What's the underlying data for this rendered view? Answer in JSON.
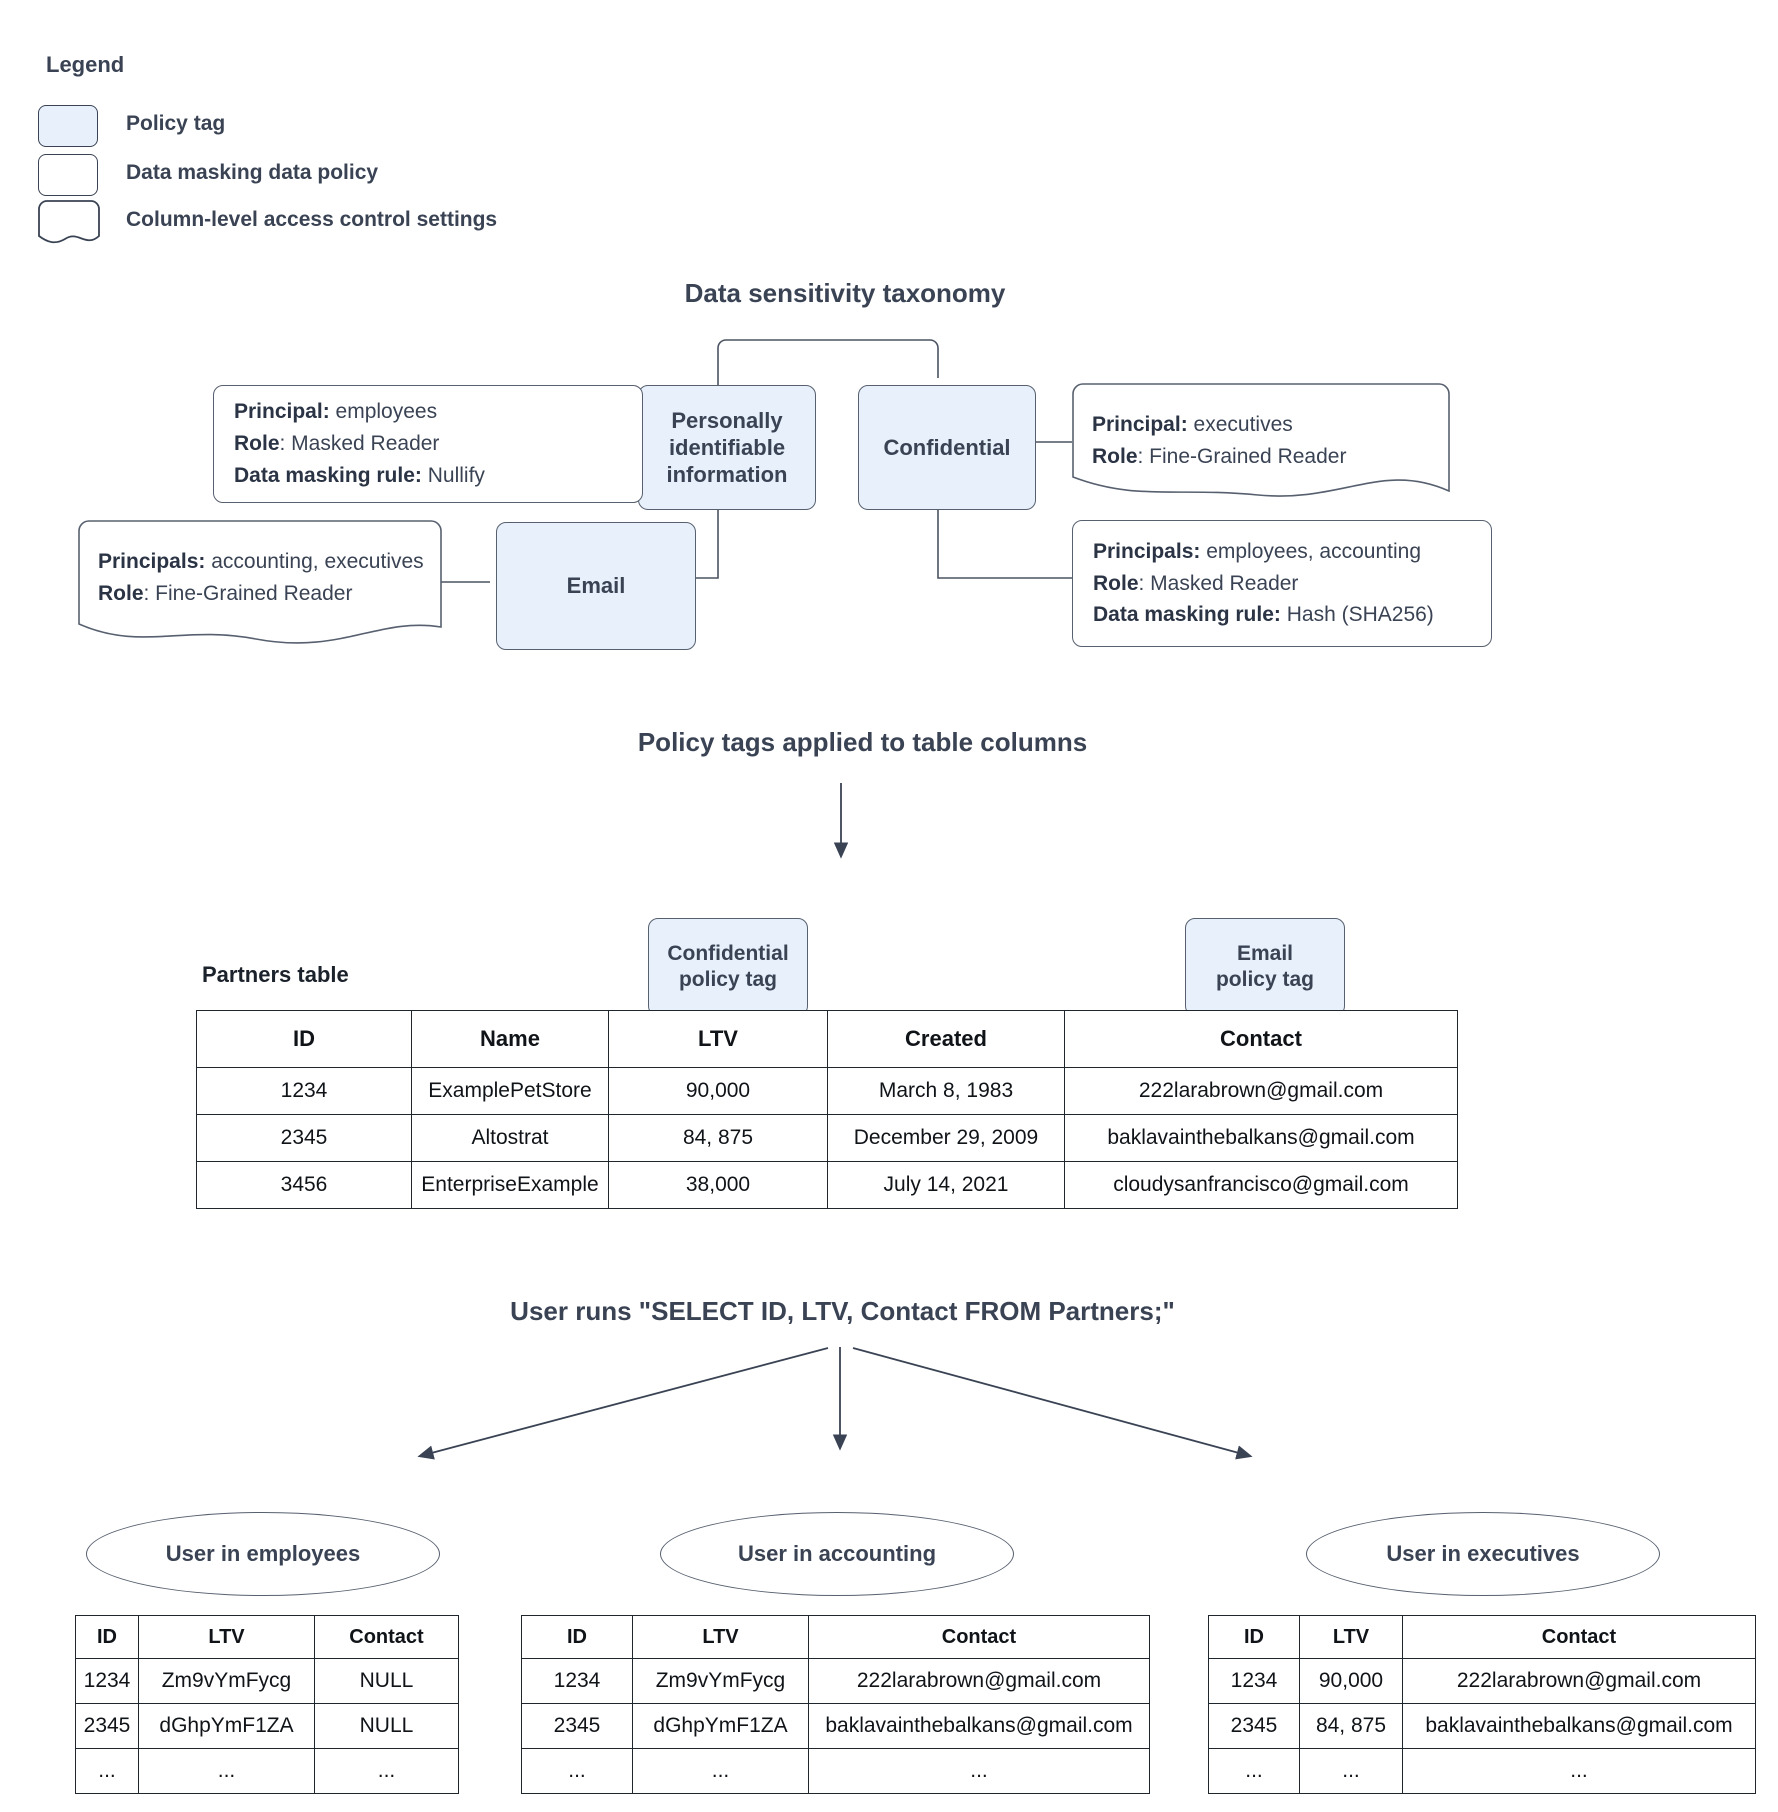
{
  "legend": {
    "title": "Legend",
    "items": [
      {
        "shape": "policy-tag-swatch",
        "label": "Policy tag"
      },
      {
        "shape": "data-policy-swatch",
        "label": "Data masking data policy"
      },
      {
        "shape": "access-control-swatch",
        "label": "Column-level access control settings"
      }
    ]
  },
  "colors": {
    "policy_tag_fill": "#e8f1fb",
    "node_stroke": "#57606f",
    "text": "#3a4354",
    "table_border": "#20262e"
  },
  "sections": {
    "taxonomy_title": "Data sensitivity taxonomy",
    "policy_tags_title": "Policy tags applied to table columns",
    "query_title": "User runs \"SELECT ID, LTV, Contact FROM Partners;\""
  },
  "taxonomy": {
    "nodes": {
      "pii": "Personally identifiable information",
      "confidential": "Confidential",
      "email": "Email"
    },
    "policies": {
      "pii_masking": {
        "principal_label": "Principal:",
        "principal_value": " employees",
        "role_label": "Role",
        "role_value": ": Masked Reader",
        "rule_label": "Data masking rule:",
        "rule_value": " Nullify"
      },
      "email_access": {
        "principal_label": "Principals:",
        "principal_value": " accounting, executives",
        "role_label": "Role",
        "role_value": ": Fine-Grained Reader"
      },
      "confidential_access": {
        "principal_label": "Principal:",
        "principal_value": " executives",
        "role_label": "Role",
        "role_value": ": Fine-Grained Reader"
      },
      "confidential_masking": {
        "principal_label": "Principals:",
        "principal_value": " employees, accounting",
        "role_label": "Role",
        "role_value": ": Masked Reader",
        "rule_label": "Data masking rule:",
        "rule_value": " Hash (SHA256)"
      }
    }
  },
  "partners": {
    "caption": "Partners table",
    "tags": {
      "confidential": "Confidential\npolicy tag",
      "confidential_l1": "Confidential",
      "confidential_l2": "policy tag",
      "email_l1": "Email",
      "email_l2": "policy tag"
    },
    "headers": [
      "ID",
      "Name",
      "LTV",
      "Created",
      "Contact"
    ],
    "rows": [
      [
        "1234",
        "ExamplePetStore",
        "90,000",
        "March 8, 1983",
        "222larabrown@gmail.com"
      ],
      [
        "2345",
        "Altostrat",
        "84, 875",
        "December 29, 2009",
        "baklavainthebalkans@gmail.com"
      ],
      [
        "3456",
        "EnterpriseExample",
        "38,000",
        "July 14, 2021",
        "cloudysanfrancisco@gmail.com"
      ]
    ]
  },
  "results": [
    {
      "persona": "User in employees",
      "headers": [
        "ID",
        "LTV",
        "Contact"
      ],
      "rows": [
        [
          "1234",
          "Zm9vYmFycg",
          "NULL"
        ],
        [
          "2345",
          "dGhpYmF1ZA",
          "NULL"
        ],
        [
          "...",
          "...",
          "..."
        ]
      ]
    },
    {
      "persona": "User in accounting",
      "headers": [
        "ID",
        "LTV",
        "Contact"
      ],
      "rows": [
        [
          "1234",
          "Zm9vYmFycg",
          "222larabrown@gmail.com"
        ],
        [
          "2345",
          "dGhpYmF1ZA",
          "baklavainthebalkans@gmail.com"
        ],
        [
          "...",
          "...",
          "..."
        ]
      ]
    },
    {
      "persona": "User in executives",
      "headers": [
        "ID",
        "LTV",
        "Contact"
      ],
      "rows": [
        [
          "1234",
          "90,000",
          "222larabrown@gmail.com"
        ],
        [
          "2345",
          "84, 875",
          "baklavainthebalkans@gmail.com"
        ],
        [
          "...",
          "...",
          "..."
        ]
      ]
    }
  ]
}
